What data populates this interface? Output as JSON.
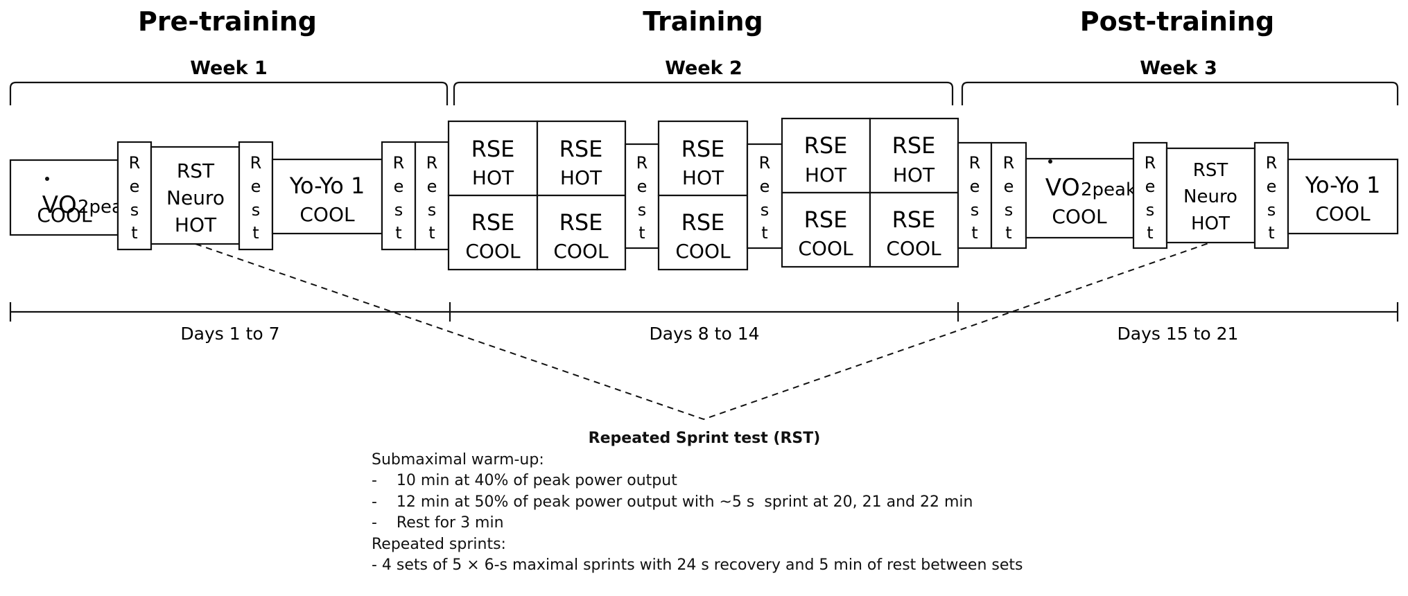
{
  "phases": [
    {
      "title": "Pre-training",
      "week": "Week 1",
      "days": "Days 1 to 7"
    },
    {
      "title": "Training",
      "week": "Week 2",
      "days": "Days 8 to 14"
    },
    {
      "title": "Post-training",
      "week": "Week 3",
      "days": "Days 15 to 21"
    }
  ],
  "labels": {
    "vo2_main": "V",
    "vo2_o": "O",
    "vo2_sub": "2peak",
    "cool": "COOL",
    "hot": "HOT",
    "rst": "RST",
    "neuro": "Neuro",
    "yoyo": "Yo-Yo 1",
    "rse": "RSE",
    "rest_letters": [
      "R",
      "e",
      "s",
      "t"
    ]
  },
  "rst_panel": {
    "title": "Repeated Sprint test (RST)",
    "lines": [
      "Submaximal warm-up:",
      "-    10 min at 40% of peak power output",
      "-    12 min at 50% of peak power output with ~5 s  sprint at 20, 21 and 22 min",
      "-    Rest for 3 min",
      "Repeated sprints:",
      "- 4 sets of 5 × 6-s maximal sprints with 24 s recovery and 5 min of rest between sets"
    ]
  }
}
